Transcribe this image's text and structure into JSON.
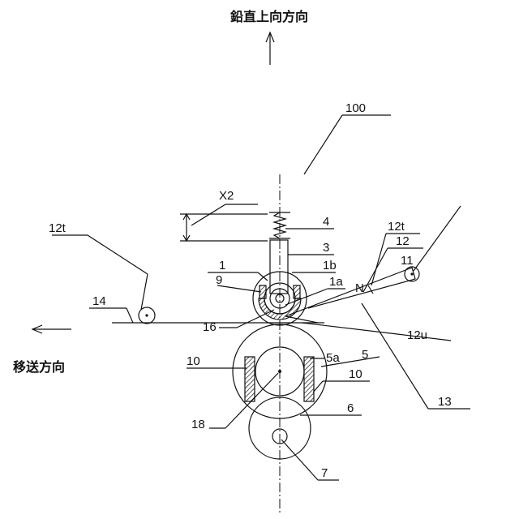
{
  "directions": {
    "vertical_up": "鉛直上向方向",
    "transport": "移送方向"
  },
  "labels": {
    "l100": "100",
    "lX2": "X2",
    "l12t_left": "12t",
    "l12t_right": "12t",
    "l4": "4",
    "l3": "3",
    "l12": "12",
    "l11": "11",
    "l1": "1",
    "l1b": "1b",
    "l9": "9",
    "l1a": "1a",
    "lN": "N",
    "l14": "14",
    "l16": "16",
    "l12u": "12u",
    "l13": "13",
    "l10_left": "10",
    "l5a": "5a",
    "l5": "5",
    "l10_right": "10",
    "l18": "18",
    "l6": "6",
    "l7": "7"
  }
}
